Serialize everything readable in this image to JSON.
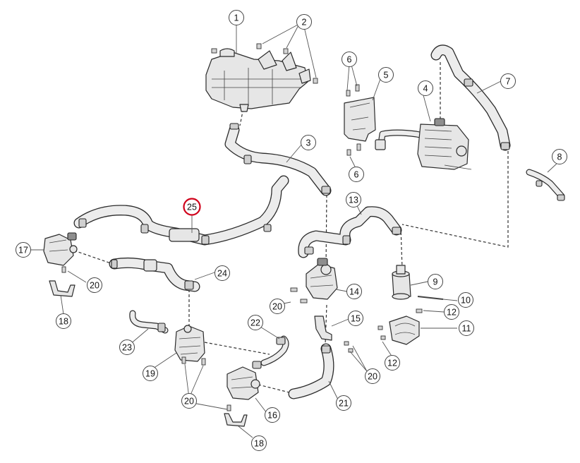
{
  "callouts": [
    {
      "id": "c1",
      "label": "1"
    },
    {
      "id": "c2",
      "label": "2"
    },
    {
      "id": "c3",
      "label": "3"
    },
    {
      "id": "c4",
      "label": "4"
    },
    {
      "id": "c5",
      "label": "5"
    },
    {
      "id": "c6a",
      "label": "6"
    },
    {
      "id": "c6b",
      "label": "6"
    },
    {
      "id": "c7",
      "label": "7"
    },
    {
      "id": "c8",
      "label": "8"
    },
    {
      "id": "c9",
      "label": "9"
    },
    {
      "id": "c10",
      "label": "10"
    },
    {
      "id": "c11",
      "label": "11"
    },
    {
      "id": "c12a",
      "label": "12"
    },
    {
      "id": "c12b",
      "label": "12"
    },
    {
      "id": "c13",
      "label": "13"
    },
    {
      "id": "c14",
      "label": "14"
    },
    {
      "id": "c15",
      "label": "15"
    },
    {
      "id": "c16",
      "label": "16"
    },
    {
      "id": "c17",
      "label": "17"
    },
    {
      "id": "c18a",
      "label": "18"
    },
    {
      "id": "c18b",
      "label": "18"
    },
    {
      "id": "c19",
      "label": "19"
    },
    {
      "id": "c20a",
      "label": "20"
    },
    {
      "id": "c20b",
      "label": "20"
    },
    {
      "id": "c20c",
      "label": "20"
    },
    {
      "id": "c20d",
      "label": "20"
    },
    {
      "id": "c21",
      "label": "21"
    },
    {
      "id": "c22",
      "label": "22"
    },
    {
      "id": "c23",
      "label": "23"
    },
    {
      "id": "c24",
      "label": "24"
    },
    {
      "id": "c25",
      "label": "25",
      "highlighted": true
    }
  ],
  "colors": {
    "highlight_ring": "#d0021b",
    "line": "#2b2b2b",
    "part_fill": "#e6e6e6"
  }
}
